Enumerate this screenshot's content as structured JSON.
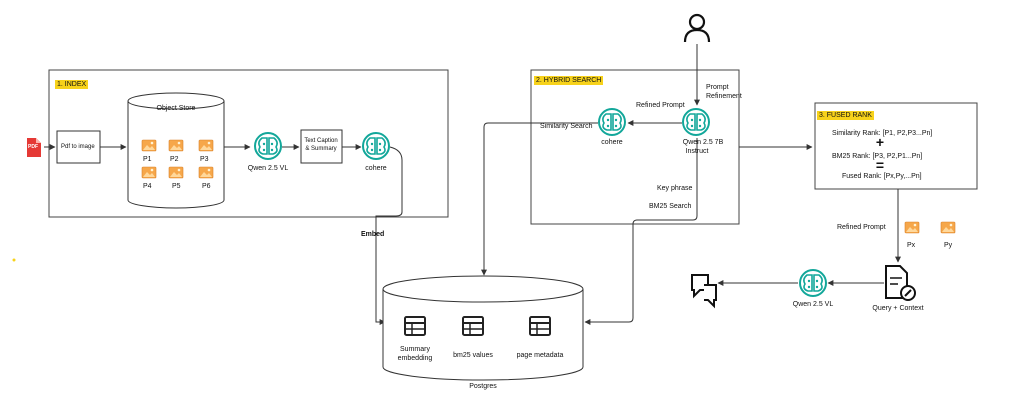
{
  "sections": {
    "index": {
      "tag": "1. INDEX"
    },
    "hybrid": {
      "tag": "2. HYBRID SEARCH"
    },
    "fused": {
      "tag": "3. FUSED RANK"
    }
  },
  "index": {
    "pdf_badge": "PDF",
    "pdf_to_image": "Pdf to image",
    "object_store": "Object Store",
    "pages": [
      "P1",
      "P2",
      "P3",
      "P4",
      "P5",
      "P6"
    ],
    "qwen_vl": "Qwen 2.5 VL",
    "caption_line1": "Text Caption",
    "caption_line2": "& Summary",
    "cohere": "cohere",
    "embed": "Embed"
  },
  "hybrid": {
    "prompt_refinement_1": "Prompt",
    "prompt_refinement_2": "Refinement",
    "refined_prompt": "Refined Prompt",
    "similarity_search": "Similarity Search",
    "cohere": "cohere",
    "qwen_instruct_1": "Qwen 2.5 7B",
    "qwen_instruct_2": "Instruct",
    "key_phrase": "Key phrase",
    "bm25_search": "BM25 Search"
  },
  "fused": {
    "similarity_rank": "Similarity Rank: [P1, P2,P3...Pn]",
    "plus": "+",
    "bm25_rank": "BM25 Rank: [P3, P2,P1...Pn]",
    "equals": "=",
    "fused_rank": "Fused Rank: [Px,Py,...Pn]"
  },
  "output": {
    "refined_prompt": "Refined Prompt",
    "px": "Px",
    "py": "Py",
    "query_context": "Query + Context",
    "qwen_vl": "Qwen 2.5 VL"
  },
  "postgres": {
    "label": "Postgres",
    "tables": [
      "Summary embedding",
      "bm25 values",
      "page metadata"
    ]
  },
  "colors": {
    "accent_teal": "#12a79a",
    "tag_yellow": "#f7d21b",
    "pdf_red": "#e53935",
    "image_orange": "#f29a3a"
  }
}
